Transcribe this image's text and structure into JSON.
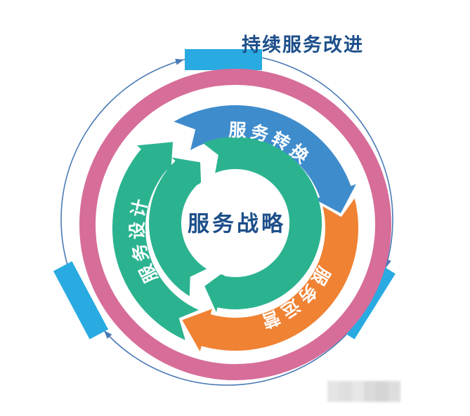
{
  "diagram": {
    "title": "持续服务改进",
    "center": "服务战略",
    "arcs": [
      {
        "id": "service-transition",
        "label": "服务转换",
        "color": "#3f8ccd"
      },
      {
        "id": "service-operation",
        "label": "服务运营",
        "color": "#f08233"
      },
      {
        "id": "service-design",
        "label": "服务设计",
        "color": "#2bb390"
      }
    ],
    "colors": {
      "inner_cycle": "#2bb390",
      "outer_ring": "#d76d99",
      "tabs": "#29abe2",
      "flow_line": "#4a7ab5",
      "title_text": "#1d4f8a",
      "arc_text": "#ffffff",
      "background": "#ffffff"
    }
  }
}
